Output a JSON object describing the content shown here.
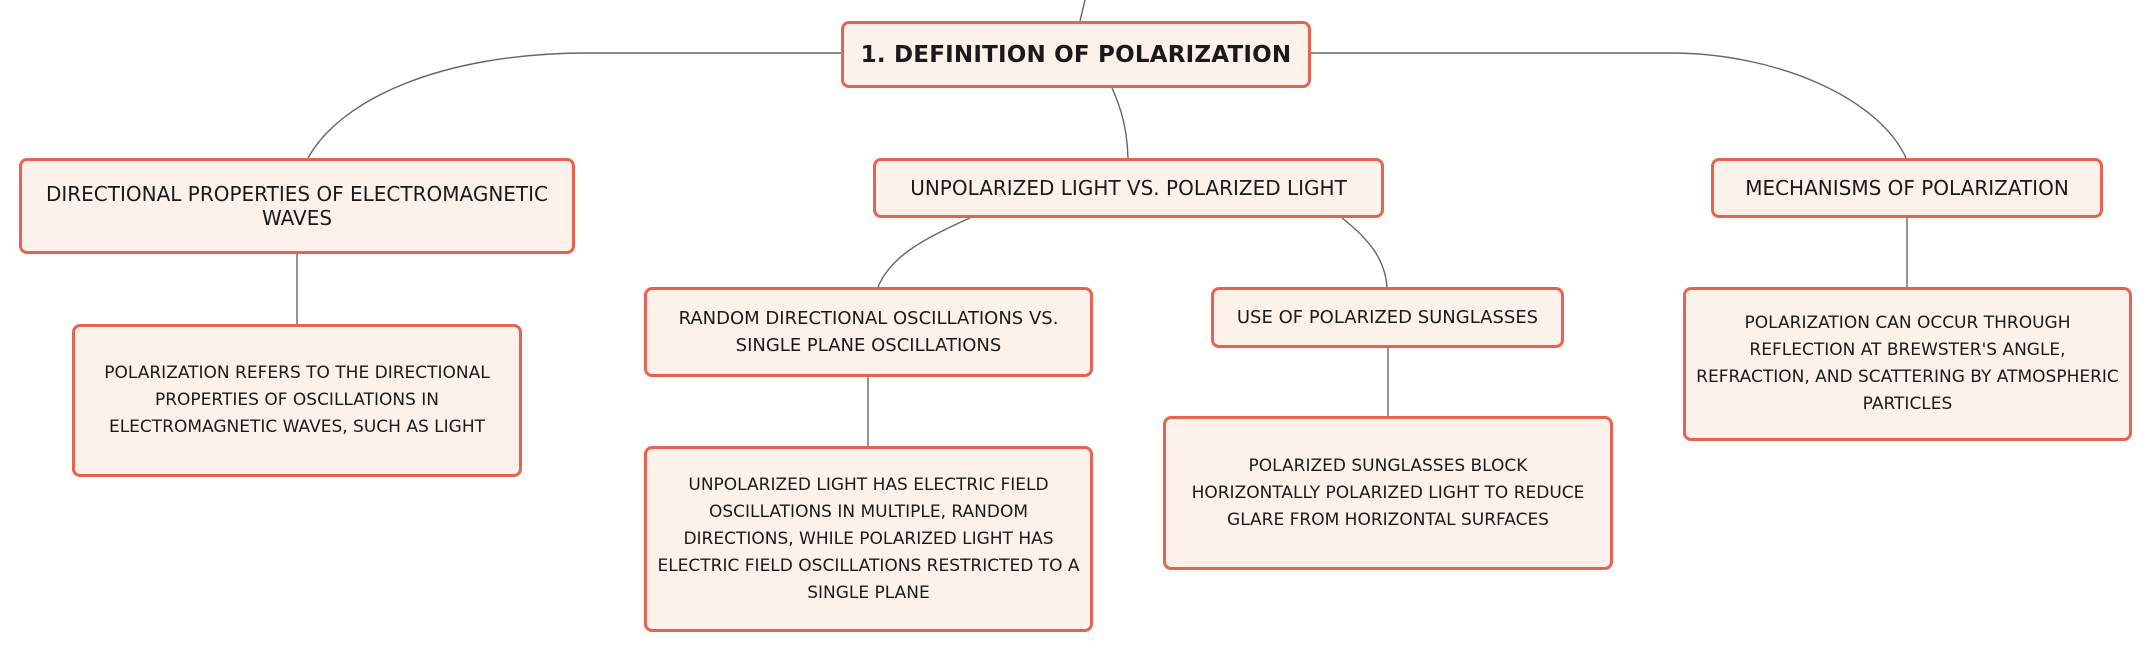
{
  "root": {
    "label": "1. DEFINITION OF POLARIZATION"
  },
  "branches": [
    {
      "label": "DIRECTIONAL PROPERTIES OF ELECTROMAGNETIC WAVES",
      "details": [
        "POLARIZATION REFERS TO THE DIRECTIONAL PROPERTIES OF OSCILLATIONS IN ELECTROMAGNETIC WAVES, SUCH AS LIGHT"
      ]
    },
    {
      "label": "UNPOLARIZED LIGHT VS. POLARIZED LIGHT",
      "children": [
        {
          "label": "RANDOM DIRECTIONAL OSCILLATIONS VS. SINGLE PLANE OSCILLATIONS",
          "detail": "UNPOLARIZED LIGHT HAS ELECTRIC FIELD OSCILLATIONS IN MULTIPLE, RANDOM DIRECTIONS, WHILE POLARIZED LIGHT HAS ELECTRIC FIELD OSCILLATIONS RESTRICTED TO A SINGLE PLANE"
        },
        {
          "label": "USE OF POLARIZED SUNGLASSES",
          "detail": "POLARIZED SUNGLASSES BLOCK HORIZONTALLY POLARIZED LIGHT TO REDUCE GLARE FROM HORIZONTAL SURFACES"
        }
      ]
    },
    {
      "label": "MECHANISMS OF POLARIZATION",
      "details": [
        "POLARIZATION CAN OCCUR THROUGH REFLECTION AT BREWSTER'S ANGLE, REFRACTION, AND SCATTERING BY ATMOSPHERIC PARTICLES"
      ]
    }
  ],
  "colors": {
    "node_border": "#e8634f",
    "node_fill": "#fdf1ec",
    "connector": "#666666"
  }
}
